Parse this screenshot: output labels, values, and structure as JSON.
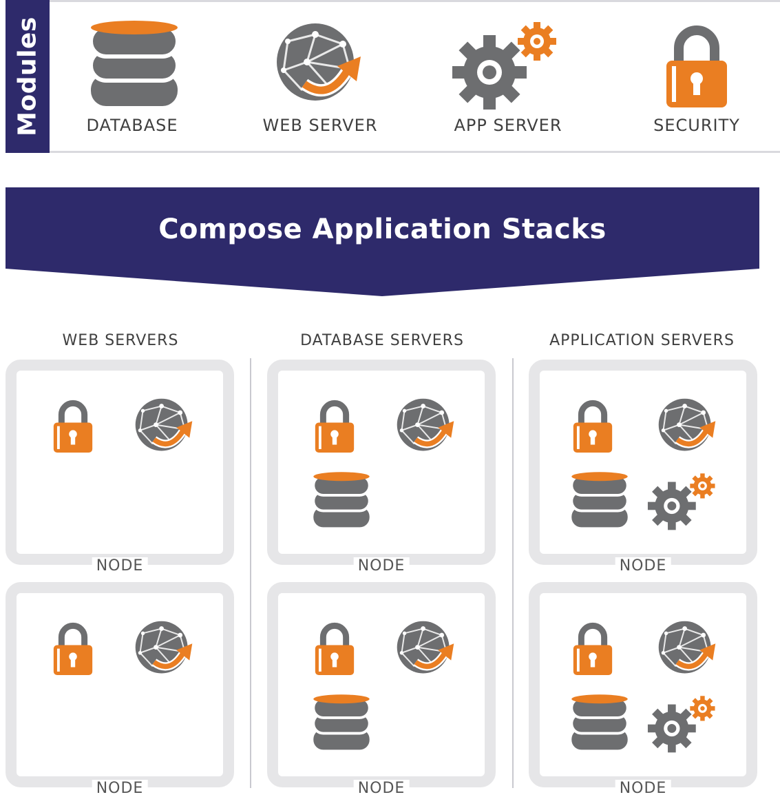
{
  "modules": {
    "tab_label": "Modules",
    "items": [
      {
        "label": "DATABASE",
        "icon": "database-icon"
      },
      {
        "label": "WEB SERVER",
        "icon": "globe-icon"
      },
      {
        "label": "APP SERVER",
        "icon": "gears-icon"
      },
      {
        "label": "SECURITY",
        "icon": "padlock-icon"
      }
    ]
  },
  "banner": {
    "title": "Compose Application Stacks"
  },
  "columns": [
    {
      "title": "WEB SERVERS",
      "nodes": [
        {
          "label": "NODE",
          "icons": [
            "padlock-icon",
            "globe-icon"
          ]
        },
        {
          "label": "NODE",
          "icons": [
            "padlock-icon",
            "globe-icon"
          ]
        }
      ]
    },
    {
      "title": "DATABASE SERVERS",
      "nodes": [
        {
          "label": "NODE",
          "icons": [
            "padlock-icon",
            "globe-icon",
            "database-icon"
          ]
        },
        {
          "label": "NODE",
          "icons": [
            "padlock-icon",
            "globe-icon",
            "database-icon"
          ]
        }
      ]
    },
    {
      "title": "APPLICATION SERVERS",
      "nodes": [
        {
          "label": "NODE",
          "icons": [
            "padlock-icon",
            "globe-icon",
            "database-icon",
            "gears-icon"
          ]
        },
        {
          "label": "NODE",
          "icons": [
            "padlock-icon",
            "globe-icon",
            "database-icon",
            "gears-icon"
          ]
        }
      ]
    }
  ],
  "colors": {
    "navy": "#2e2a6b",
    "orange": "#ea7e22",
    "gray": "#6d6e70",
    "light_gray": "#e6e6e8"
  }
}
